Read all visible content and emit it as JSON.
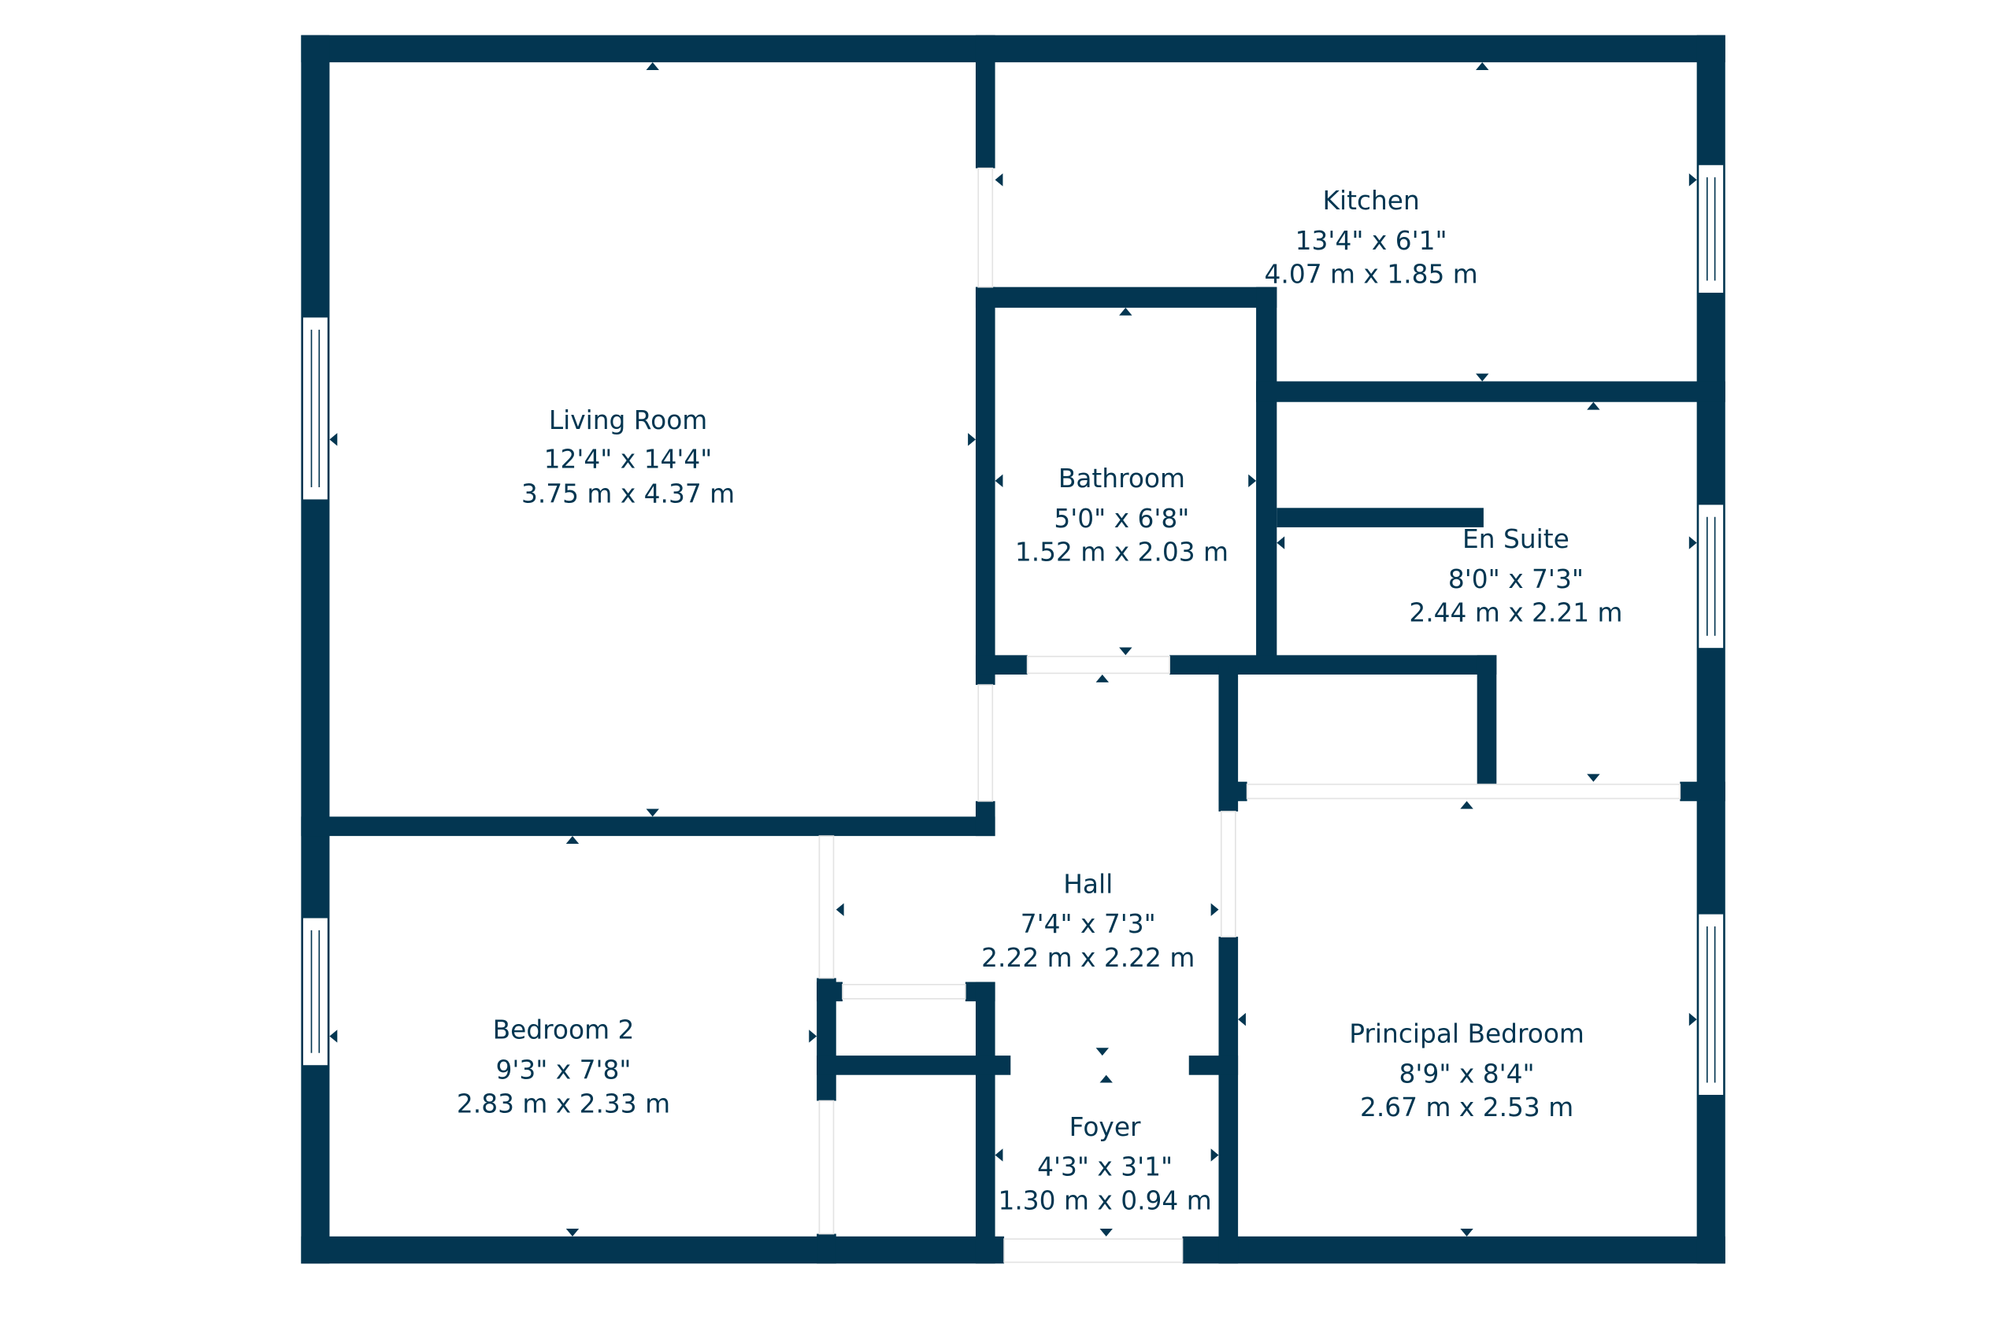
{
  "colors": {
    "wall": "#033651",
    "background": "#ffffff"
  },
  "rooms": {
    "living": {
      "name": "Living Room",
      "imperial": "12'4\" x 14'4\"",
      "metric": "3.75 m x 4.37 m"
    },
    "kitchen": {
      "name": "Kitchen",
      "imperial": "13'4\" x 6'1\"",
      "metric": "4.07 m x 1.85 m"
    },
    "bathroom": {
      "name": "Bathroom",
      "imperial": "5'0\" x 6'8\"",
      "metric": "1.52 m x 2.03 m"
    },
    "ensuite": {
      "name": "En Suite",
      "imperial": "8'0\" x 7'3\"",
      "metric": "2.44 m x 2.21 m"
    },
    "hall": {
      "name": "Hall",
      "imperial": "7'4\" x 7'3\"",
      "metric": "2.22 m x 2.22 m"
    },
    "bedroom2": {
      "name": "Bedroom 2",
      "imperial": "9'3\" x 7'8\"",
      "metric": "2.83 m x 2.33 m"
    },
    "principal": {
      "name": "Principal Bedroom",
      "imperial": "8'9\" x 8'4\"",
      "metric": "2.67 m x 2.53 m"
    },
    "foyer": {
      "name": "Foyer",
      "imperial": "4'3\" x 3'1\"",
      "metric": "1.30 m x 0.94 m"
    }
  }
}
